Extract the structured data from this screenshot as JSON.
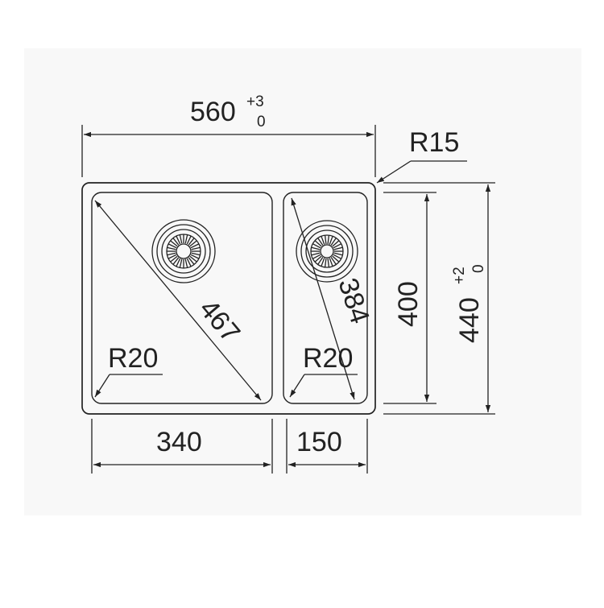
{
  "drawing": {
    "overall_width": "560",
    "overall_width_tol_upper": "+3",
    "overall_width_tol_lower": "0",
    "corner_radius_outer": "R15",
    "overall_depth": "440",
    "overall_depth_tol_upper": "+2",
    "overall_depth_tol_lower": "0",
    "bowl_depth": "400",
    "left_bowl_width": "340",
    "right_bowl_width": "150",
    "left_bowl_diagonal": "467",
    "right_bowl_diagonal": "384",
    "left_bowl_radius": "R20",
    "right_bowl_radius": "R20"
  },
  "colors": {
    "line": "#222222",
    "background": "#ffffff",
    "panel": "#f7f7f7"
  }
}
